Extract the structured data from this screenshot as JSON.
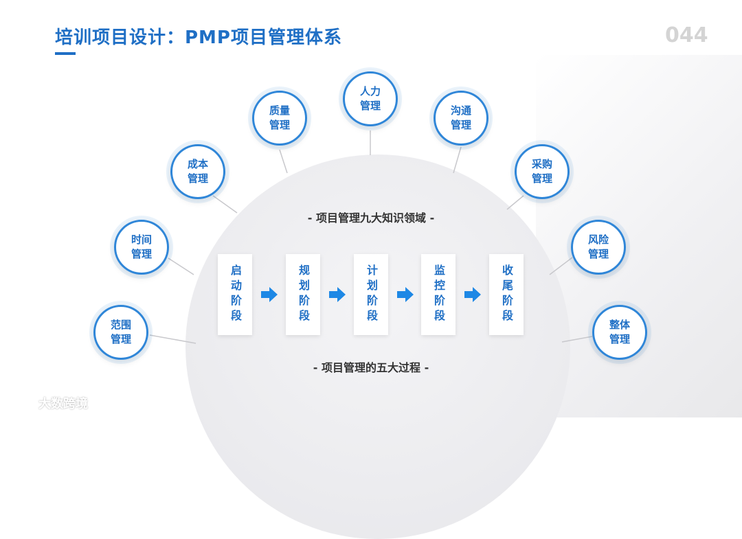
{
  "header": {
    "title": "培训项目设计：PMP项目管理体系",
    "page_number": "044"
  },
  "knowledge_areas": [
    {
      "label": "范围\n管理"
    },
    {
      "label": "时间\n管理"
    },
    {
      "label": "成本\n管理"
    },
    {
      "label": "质量\n管理"
    },
    {
      "label": "人力\n管理"
    },
    {
      "label": "沟通\n管理"
    },
    {
      "label": "采购\n管理"
    },
    {
      "label": "风险\n管理"
    },
    {
      "label": "整体\n管理"
    }
  ],
  "knowledge_caption": "- 项目管理九大知识领域 -",
  "phases": [
    {
      "label": "启动阶段"
    },
    {
      "label": "规划阶段"
    },
    {
      "label": "计划阶段"
    },
    {
      "label": "监控阶段"
    },
    {
      "label": "收尾阶段"
    }
  ],
  "process_caption": "- 项目管理的五大过程 -",
  "watermark": "大数跨境",
  "colors": {
    "accent": "#1f6fc5",
    "node_border": "#2f86d8",
    "arrow": "#1e88e5"
  }
}
